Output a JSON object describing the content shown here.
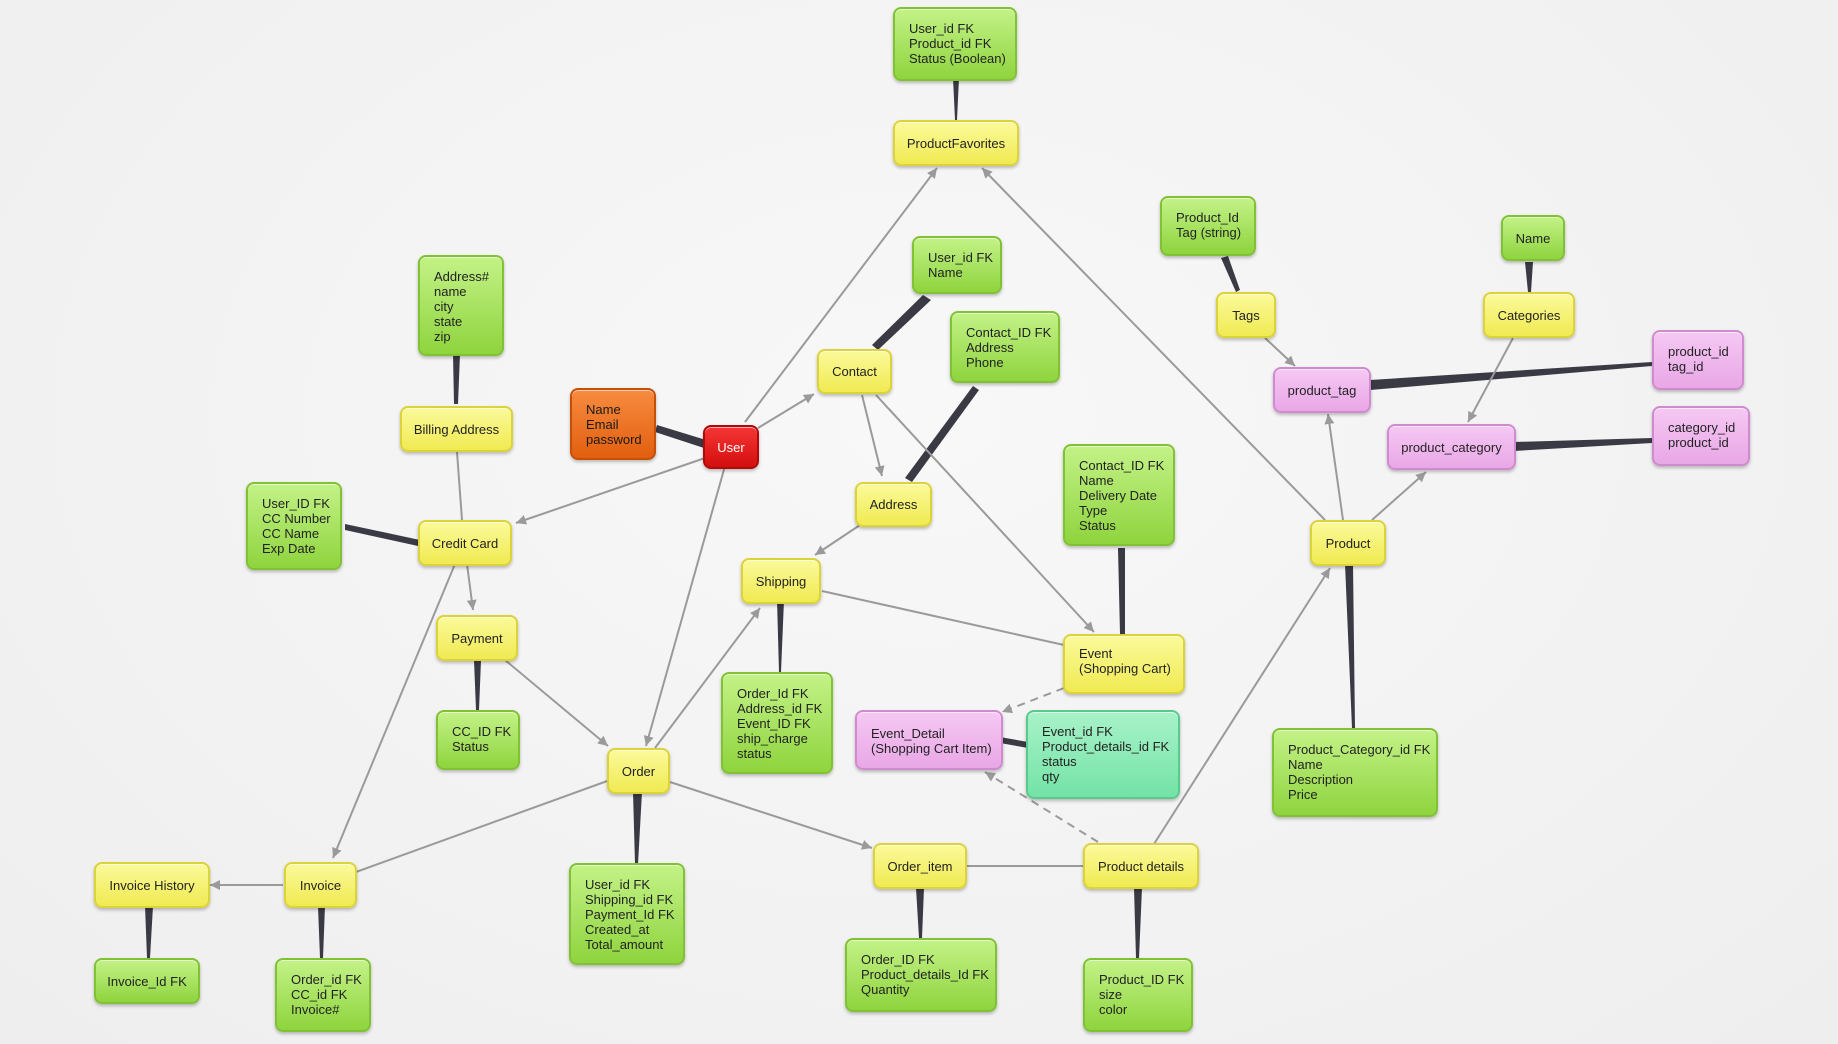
{
  "colors": {
    "edge": "#9a9a9a",
    "link": "#3a3a45",
    "yellow": "#f4ee6a",
    "green": "#9fdc4e",
    "pink": "#eab1e8",
    "orange": "#ec6b1c",
    "red": "#e01616",
    "teal": "#84e8b1"
  },
  "nodes": {
    "product_favorites_fields": "User_id FK\nProduct_id FK\nStatus (Boolean)",
    "product_favorites": "ProductFavorites",
    "contact_user_fields": "User_id FK\nName",
    "contact": "Contact",
    "contact_fields": "Contact_ID FK\nAddress\nPhone",
    "address": "Address",
    "address_fields": "Address#\nname\ncity\nstate\nzip",
    "billing_address": "Billing Address",
    "user_fields": "Name\nEmail\npassword",
    "user": "User",
    "credit_card_fields": "User_ID FK\nCC Number\nCC Name\nExp Date",
    "credit_card": "Credit Card",
    "payment": "Payment",
    "payment_fields": "CC_ID FK\nStatus",
    "shipping": "Shipping",
    "shipping_fields": "Order_Id FK\nAddress_id FK\nEvent_ID FK\nship_charge\nstatus",
    "order": "Order",
    "order_fields": "User_id FK\nShipping_id FK\nPayment_Id FK\nCreated_at\nTotal_amount",
    "event_fields": "Contact_ID FK\nName\nDelivery Date\nType\nStatus",
    "event": "Event\n(Shopping Cart)",
    "event_detail": "Event_Detail\n(Shopping Cart Item)",
    "event_detail_fields": "Event_id FK\nProduct_details_id FK\nstatus\nqty",
    "invoice_history": "Invoice History",
    "invoice_history_fields": "Invoice_Id FK",
    "invoice": "Invoice",
    "invoice_fields": "Order_id FK\nCC_id FK\nInvoice#",
    "order_item": "Order_item",
    "order_item_fields": "Order_ID FK\nProduct_details_Id FK\nQuantity",
    "product_details": "Product details",
    "product_details_fields": "Product_ID FK\nsize\ncolor",
    "tags_fields": "Product_Id\nTag (string)",
    "tags": "Tags",
    "category_name": "Name",
    "categories": "Categories",
    "product_tag": "product_tag",
    "product_tag_fields": "product_id\ntag_id",
    "product_category": "product_category",
    "product_category_fields": "category_id\nproduct_id",
    "product": "Product",
    "product_fields": "Product_Category_id FK\nName\nDescription\nPrice"
  }
}
